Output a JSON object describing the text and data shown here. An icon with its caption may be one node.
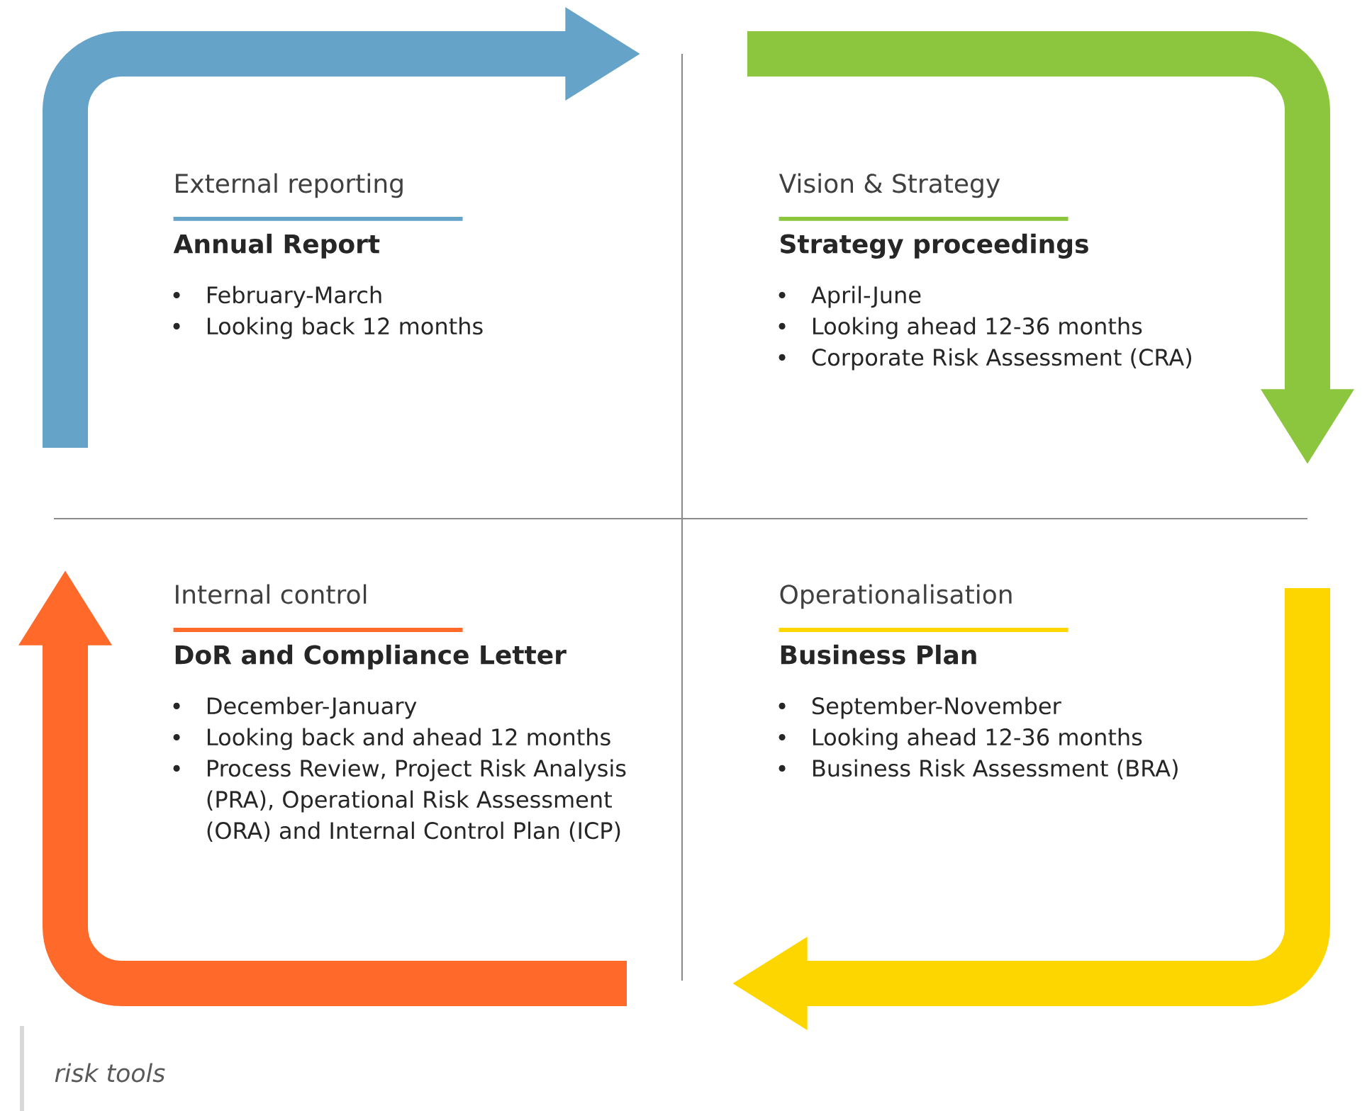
{
  "diagram": {
    "caption": "risk tools",
    "nodes": [
      {
        "text": [
          "External reporting",
          "Annual Report",
          "February-March",
          "Looking back 12 months"
        ]
      },
      {
        "text": [
          "Vision & Strategy",
          "Strategy proceedings",
          "April-June",
          "Looking ahead 12-36 months",
          "Corporate Risk Assessment (CRA)"
        ]
      },
      {
        "text": [
          "Internal control",
          "DoR and Compliance Letter",
          "December-January",
          "Looking back and ahead 12 months",
          "Process Review, Project Risk Analysis (PRA), Operational Risk Assessment (ORA) and Internal Control Plan (ICP)"
        ]
      },
      {
        "text": [
          "Operationalisation",
          "Business Plan",
          "September-November",
          "Looking ahead 12-36 months",
          "Business Risk Assessment (BRA)"
        ]
      }
    ]
  }
}
